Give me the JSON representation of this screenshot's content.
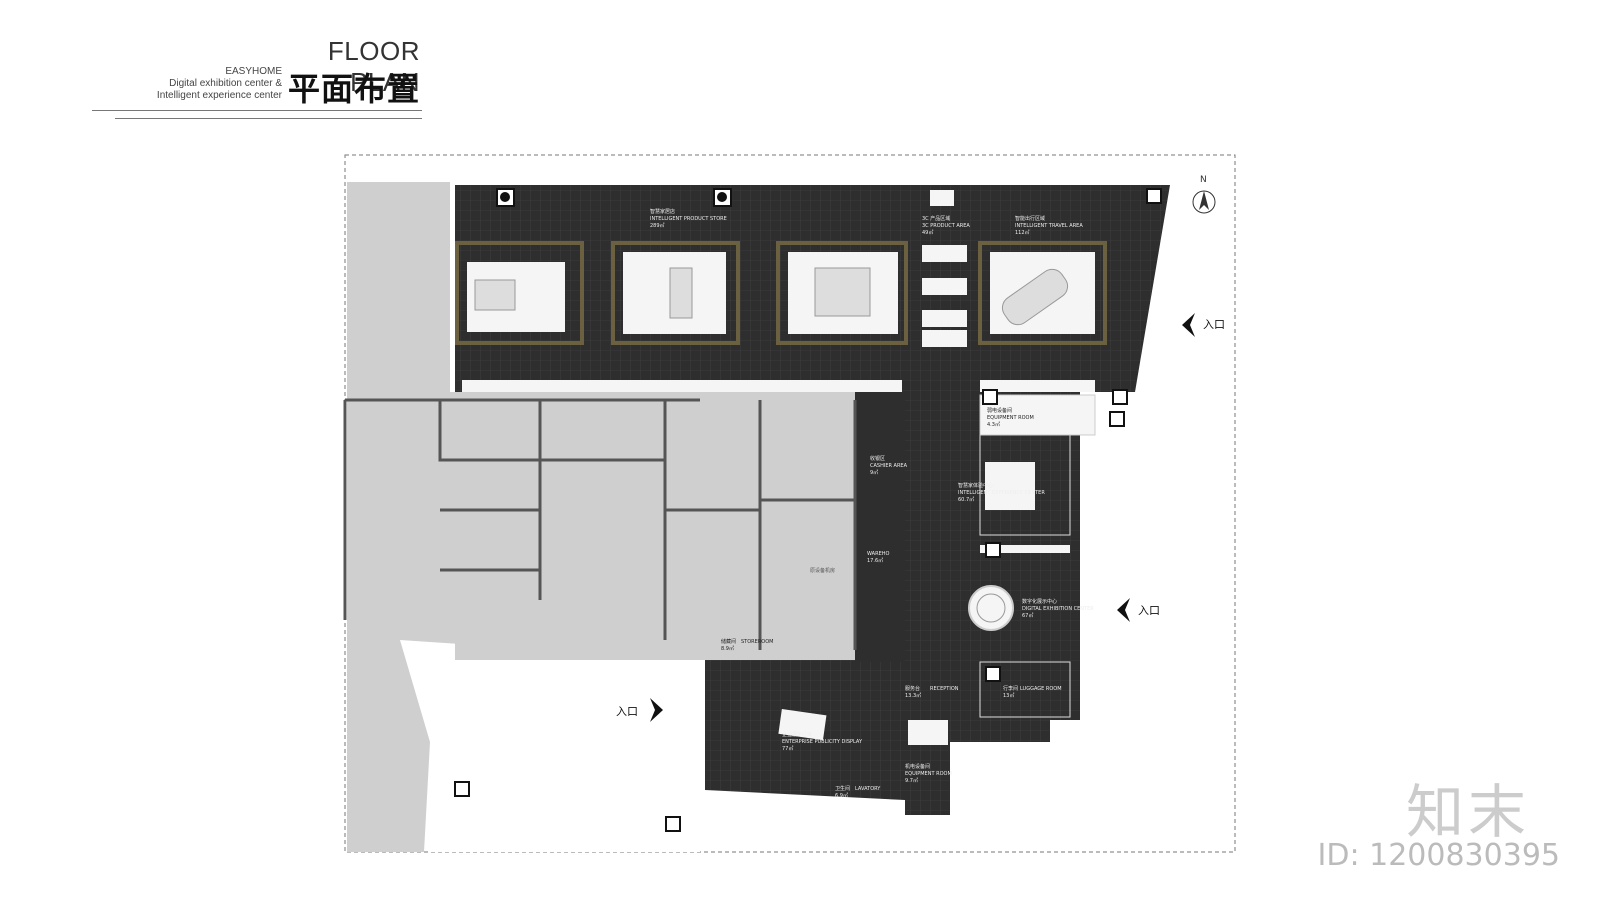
{
  "header": {
    "title": "FLOOR PLAN",
    "brand": "EASYHOME",
    "subtitle_line1": "Digital exhibition center &",
    "subtitle_line2": "Intelligent experience center",
    "title_cn": "平面布置"
  },
  "north_label": "N",
  "entrances": [
    "入口",
    "入口",
    "入口"
  ],
  "zones": {
    "product_store_cn": "智慧家居店",
    "product_store_en": "INTELLIGENT PRODUCT STORE",
    "product_store_area": "289㎡",
    "product_area_cn": "3C 产品区域",
    "product_area_en": "3C PRODUCT AREA",
    "product_area_area": "49㎡",
    "travel_cn": "智能出行区域",
    "travel_en": "INTELLIGENT TRAVEL AREA",
    "travel_area": "112㎡",
    "equipment_cn": "弱电设备间",
    "equipment_en": "EQUIPMENT ROOM",
    "equipment_area": "4.3㎡",
    "cashier_cn": "收银区",
    "cashier_en": "CASHIER AREA",
    "cashier_area": "9㎡",
    "experience_cn": "智慧家体验中心",
    "experience_en": "INTELLIGENT EXPERIENCE CENTER",
    "experience_area": "60.7㎡",
    "warehouse_en": "WAREHO",
    "warehouse_area": "17.6㎡",
    "digital_cn": "数字化展示中心",
    "digital_en": "DIGITAL EXHIBITION CENTER",
    "digital_area": "67㎡",
    "storeroom_cn": "储藏间",
    "storeroom_en": "STOREROOM",
    "storeroom_area": "8.9㎡",
    "reception_cn": "服务台",
    "reception_en": "RECEPTION",
    "reception_area": "13.3㎡",
    "luggage_cn": "行李间",
    "luggage_en": "LUGGAGE ROOM",
    "luggage_area": "13㎡",
    "publicity_cn": "企业展示区域",
    "publicity_en": "ENTERPRISE PUBLICITY DISPLAY",
    "publicity_area": "77㎡",
    "equipment2_cn": "机电设备间",
    "equipment2_en": "EQUIPMENT ROOM",
    "equipment2_area": "9.7㎡",
    "lavatory_cn": "卫生间",
    "lavatory_en": "LAVATORY",
    "lavatory_area": "6.9㎡",
    "machine_room_cn": "原设备机房"
  },
  "watermark": {
    "brand": "知末",
    "id": "ID: 1200830395"
  }
}
